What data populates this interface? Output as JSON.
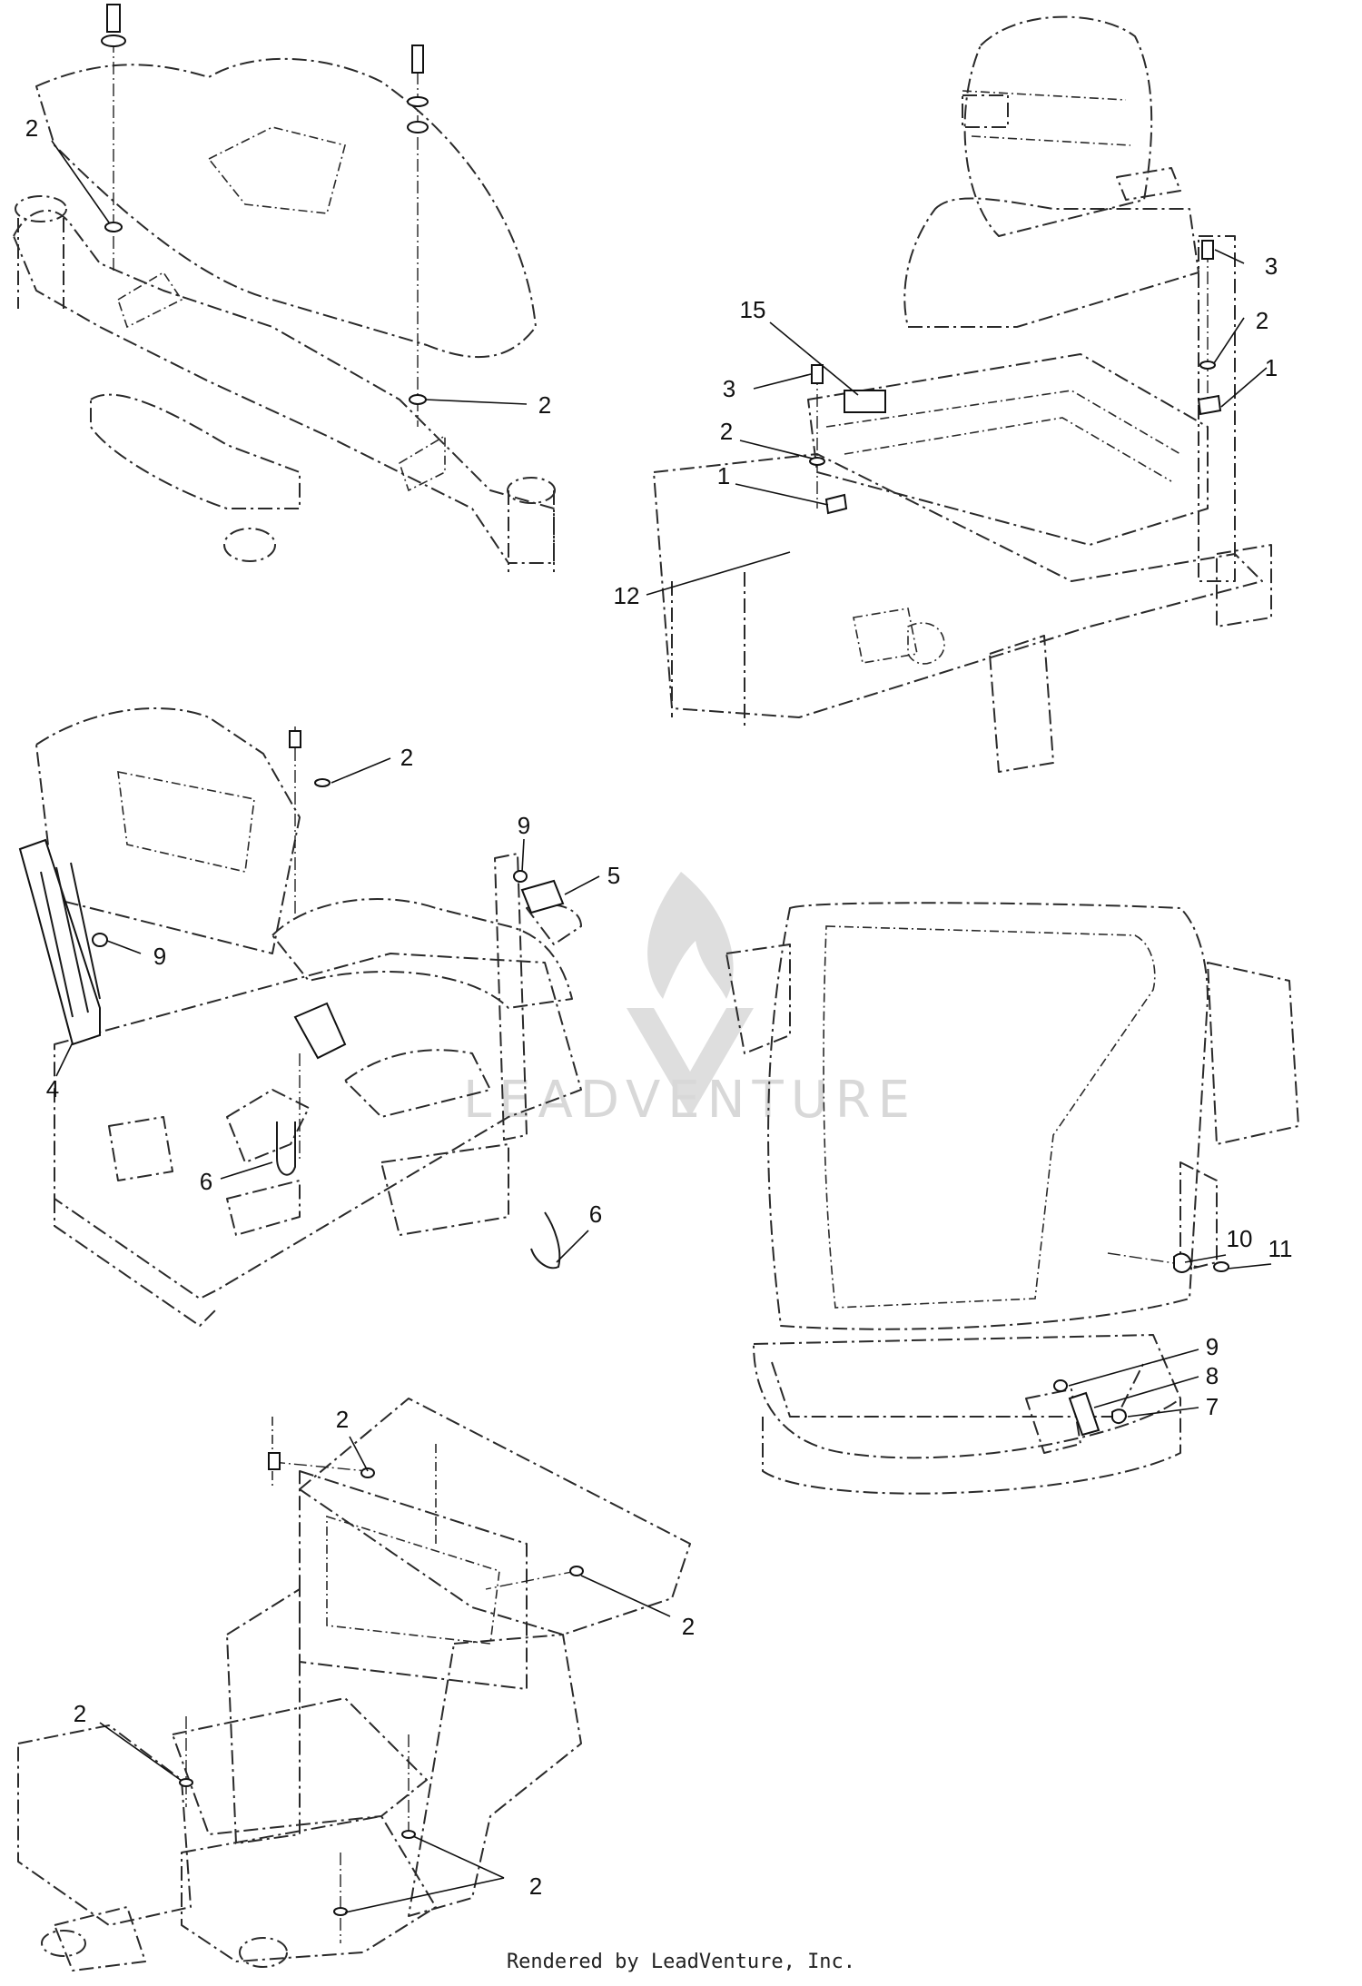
{
  "watermark": {
    "text": "LEADVENTURE"
  },
  "footer": {
    "text": "Rendered by LeadVenture, Inc."
  },
  "callouts": {
    "tl_2a": "2",
    "tl_2b": "2",
    "tr_3a": "3",
    "tr_2a": "2",
    "tr_1a": "1",
    "tr_15": "15",
    "tr_3b": "3",
    "tr_2b": "2",
    "tr_1b": "1",
    "tr_12": "12",
    "ml_2": "2",
    "ml_9a": "9",
    "ml_5": "5",
    "ml_9b": "9",
    "ml_4": "4",
    "ml_6a": "6",
    "ml_6b": "6",
    "mr_10": "10",
    "mr_11": "11",
    "mr_9": "9",
    "mr_8": "8",
    "mr_7": "7",
    "bl_2a": "2",
    "bl_2b": "2",
    "bl_2c": "2",
    "bl_2d": "2"
  }
}
